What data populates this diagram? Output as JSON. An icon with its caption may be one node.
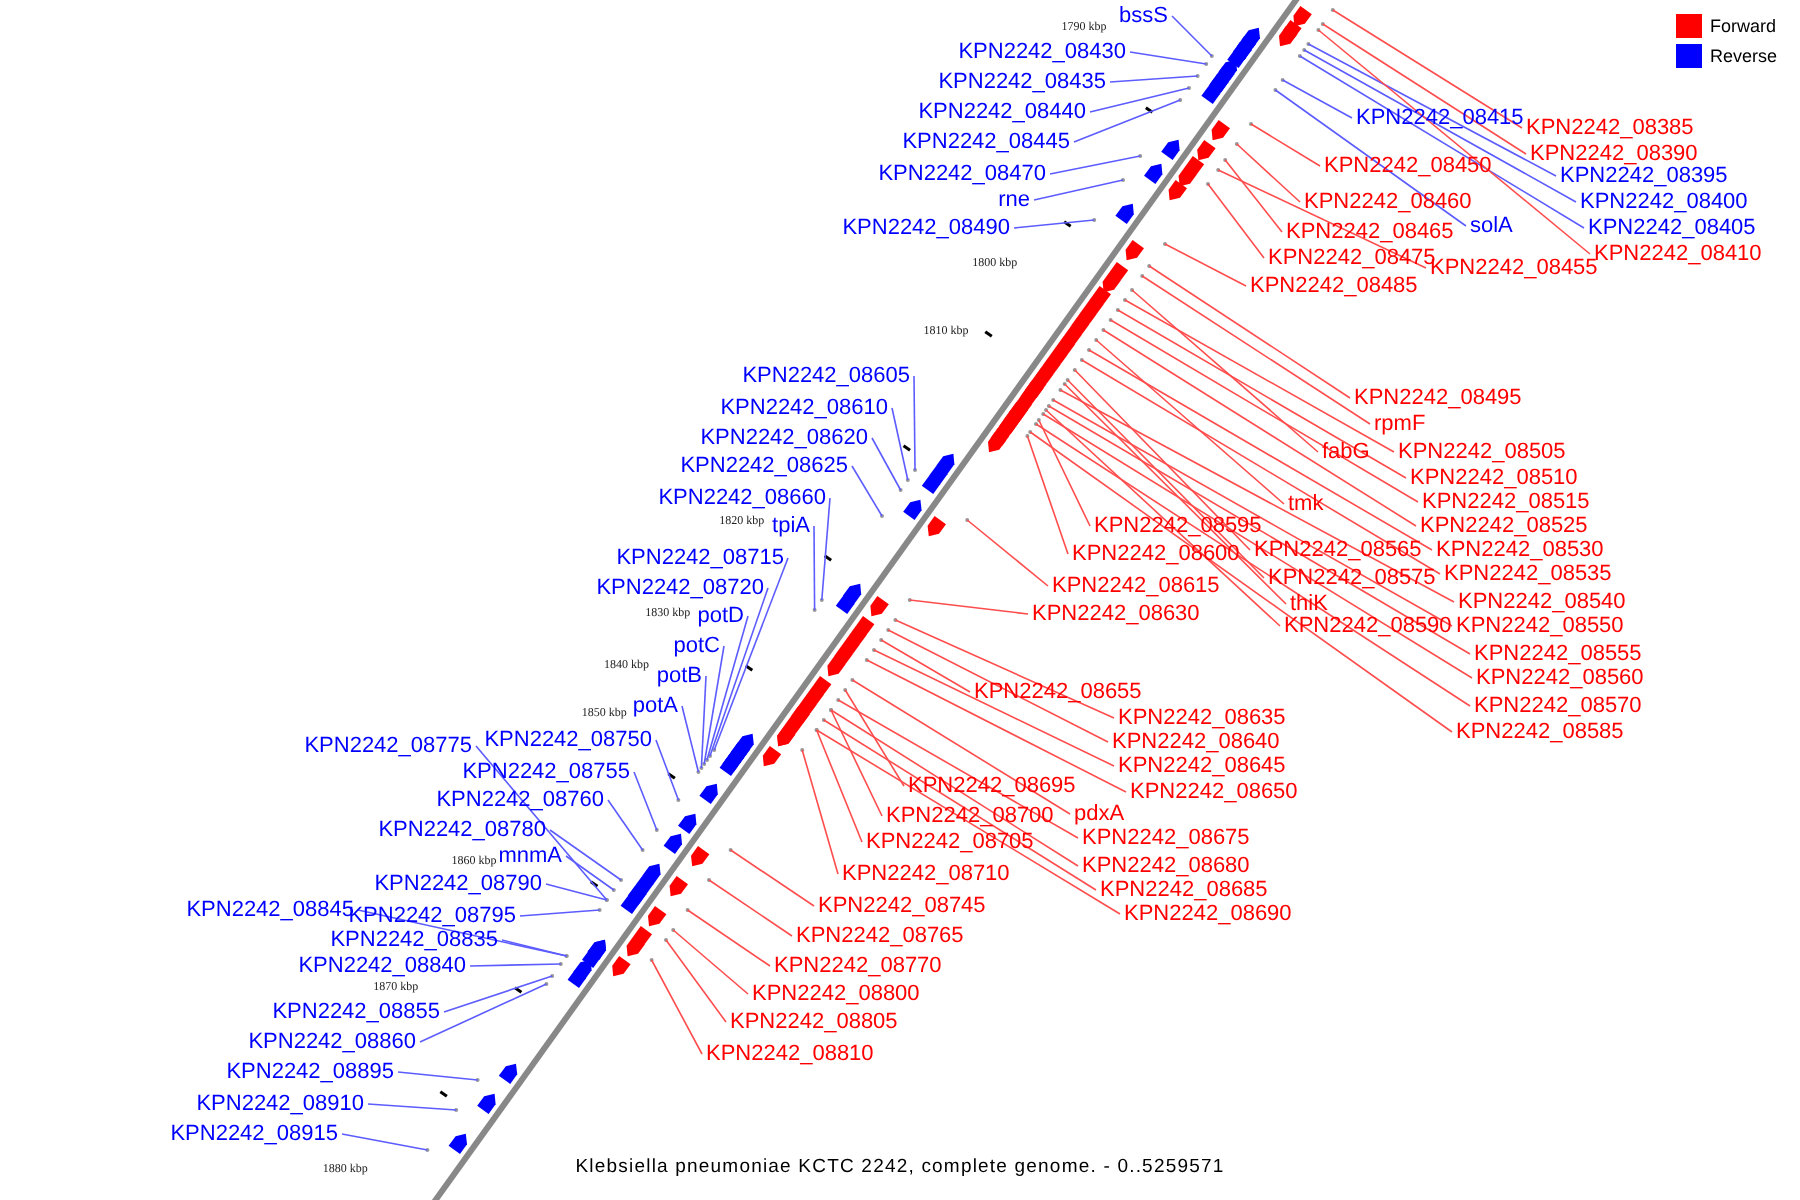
{
  "diagram": {
    "caption": "Klebsiella pneumoniae KCTC 2242, complete genome. - 0..5259571",
    "nodes": [
      {
        "text": [
          "bssS"
        ]
      },
      {
        "text": [
          "KPN2242_08430"
        ]
      },
      {
        "text": [
          "KPN2242_08435"
        ]
      },
      {
        "text": [
          "KPN2242_08440"
        ]
      },
      {
        "text": [
          "KPN2242_08415"
        ]
      },
      {
        "text": [
          "KPN2242_08385"
        ]
      },
      {
        "text": [
          "KPN2242_08445"
        ]
      },
      {
        "text": [
          "KPN2242_08390"
        ]
      },
      {
        "text": [
          "KPN2242_08450"
        ]
      },
      {
        "text": [
          "KPN2242_08470"
        ]
      },
      {
        "text": [
          "KPN2242_08395"
        ]
      },
      {
        "text": [
          "rne"
        ]
      },
      {
        "text": [
          "KPN2242_08460"
        ]
      },
      {
        "text": [
          "KPN2242_08400"
        ]
      },
      {
        "text": [
          "KPN2242_08490"
        ]
      },
      {
        "text": [
          "solA"
        ]
      },
      {
        "text": [
          "KPN2242_08405"
        ]
      },
      {
        "text": [
          "KPN2242_08465"
        ]
      },
      {
        "text": [
          "KPN2242_08410"
        ]
      },
      {
        "text": [
          "KPN2242_08475"
        ]
      },
      {
        "text": [
          "KPN2242_08455"
        ]
      },
      {
        "text": [
          "KPN2242_08485"
        ]
      },
      {
        "text": [
          "KPN2242_08605"
        ]
      },
      {
        "text": [
          "KPN2242_08495"
        ]
      },
      {
        "text": [
          "KPN2242_08610"
        ]
      },
      {
        "text": [
          "rpmF"
        ]
      },
      {
        "text": [
          "KPN2242_08620"
        ]
      },
      {
        "text": [
          "fabG"
        ]
      },
      {
        "text": [
          "KPN2242_08505"
        ]
      },
      {
        "text": [
          "KPN2242_08625"
        ]
      },
      {
        "text": [
          "KPN2242_08510"
        ]
      },
      {
        "text": [
          "KPN2242_08660"
        ]
      },
      {
        "text": [
          "KPN2242_08515"
        ]
      },
      {
        "text": [
          "tmk"
        ]
      },
      {
        "text": [
          "tpiA"
        ]
      },
      {
        "text": [
          "KPN2242_08595"
        ]
      },
      {
        "text": [
          "KPN2242_08525"
        ]
      },
      {
        "text": [
          "KPN2242_08565"
        ]
      },
      {
        "text": [
          "KPN2242_08530"
        ]
      },
      {
        "text": [
          "KPN2242_08600"
        ]
      },
      {
        "text": [
          "KPN2242_08715"
        ]
      },
      {
        "text": [
          "KPN2242_08535"
        ]
      },
      {
        "text": [
          "KPN2242_08575"
        ]
      },
      {
        "text": [
          "KPN2242_08615"
        ]
      },
      {
        "text": [
          "KPN2242_08720"
        ]
      },
      {
        "text": [
          "KPN2242_08540"
        ]
      },
      {
        "text": [
          "thiK"
        ]
      },
      {
        "text": [
          "KPN2242_08630"
        ]
      },
      {
        "text": [
          "potD"
        ]
      },
      {
        "text": [
          "KPN2242_08550"
        ]
      },
      {
        "text": [
          "KPN2242_08590"
        ]
      },
      {
        "text": [
          "potC"
        ]
      },
      {
        "text": [
          "KPN2242_08555"
        ]
      },
      {
        "text": [
          "potB"
        ]
      },
      {
        "text": [
          "KPN2242_08560"
        ]
      },
      {
        "text": [
          "KPN2242_08655"
        ]
      },
      {
        "text": [
          "potA"
        ]
      },
      {
        "text": [
          "KPN2242_08570"
        ]
      },
      {
        "text": [
          "KPN2242_08635"
        ]
      },
      {
        "text": [
          "KPN2242_08585"
        ]
      },
      {
        "text": [
          "KPN2242_08750"
        ]
      },
      {
        "text": [
          "KPN2242_08640"
        ]
      },
      {
        "text": [
          "KPN2242_08775"
        ]
      },
      {
        "text": [
          "KPN2242_08645"
        ]
      },
      {
        "text": [
          "KPN2242_08755"
        ]
      },
      {
        "text": [
          "KPN2242_08695"
        ]
      },
      {
        "text": [
          "KPN2242_08650"
        ]
      },
      {
        "text": [
          "KPN2242_08760"
        ]
      },
      {
        "text": [
          "pdxA"
        ]
      },
      {
        "text": [
          "KPN2242_08700"
        ]
      },
      {
        "text": [
          "KPN2242_08780"
        ]
      },
      {
        "text": [
          "KPN2242_08675"
        ]
      },
      {
        "text": [
          "KPN2242_08705"
        ]
      },
      {
        "text": [
          "mnmA"
        ]
      },
      {
        "text": [
          "KPN2242_08680"
        ]
      },
      {
        "text": [
          "KPN2242_08710"
        ]
      },
      {
        "text": [
          "KPN2242_08790"
        ]
      },
      {
        "text": [
          "KPN2242_08685"
        ]
      },
      {
        "text": [
          "KPN2242_08745"
        ]
      },
      {
        "text": [
          "KPN2242_08845"
        ]
      },
      {
        "text": [
          "KPN2242_08690"
        ]
      },
      {
        "text": [
          "KPN2242_08795"
        ]
      },
      {
        "text": [
          "KPN2242_08765"
        ]
      },
      {
        "text": [
          "KPN2242_08835"
        ]
      },
      {
        "text": [
          "KPN2242_08770"
        ]
      },
      {
        "text": [
          "KPN2242_08840"
        ]
      },
      {
        "text": [
          "KPN2242_08800"
        ]
      },
      {
        "text": [
          "KPN2242_08855"
        ]
      },
      {
        "text": [
          "KPN2242_08805"
        ]
      },
      {
        "text": [
          "KPN2242_08860"
        ]
      },
      {
        "text": [
          "KPN2242_08810"
        ]
      },
      {
        "text": [
          "KPN2242_08895"
        ]
      },
      {
        "text": [
          "KPN2242_08910"
        ]
      },
      {
        "text": [
          "KPN2242_08915"
        ]
      }
    ],
    "edges": [
      {
        "from": 0,
        "to": null,
        "arrow": "none",
        "color": "#5c5cff"
      },
      {
        "from": 1,
        "to": null,
        "arrow": "none",
        "color": "#5c5cff"
      },
      {
        "from": 2,
        "to": null,
        "arrow": "none",
        "color": "#5c5cff"
      },
      {
        "from": 3,
        "to": null,
        "arrow": "none",
        "color": "#5c5cff"
      },
      {
        "from": 4,
        "to": null,
        "arrow": "none",
        "color": "#5c5cff"
      },
      {
        "from": 5,
        "to": null,
        "arrow": "none"
      },
      {
        "from": 6,
        "to": null,
        "arrow": "none",
        "color": "#5c5cff"
      },
      {
        "from": 7,
        "to": null,
        "arrow": "none"
      },
      {
        "from": 8,
        "to": null,
        "arrow": "none"
      },
      {
        "from": 9,
        "to": null,
        "arrow": "none",
        "color": "#5c5cff"
      },
      {
        "from": 10,
        "to": null,
        "arrow": "none",
        "color": "#5c5cff"
      },
      {
        "from": 11,
        "to": null,
        "arrow": "none",
        "color": "#5c5cff"
      },
      {
        "from": 12,
        "to": null,
        "arrow": "none"
      },
      {
        "from": 13,
        "to": null,
        "arrow": "none",
        "color": "#5c5cff"
      },
      {
        "from": 14,
        "to": null,
        "arrow": "none",
        "color": "#5c5cff"
      },
      {
        "from": 15,
        "to": null,
        "arrow": "none",
        "color": "#5c5cff"
      },
      {
        "from": 16,
        "to": null,
        "arrow": "none",
        "color": "#5c5cff"
      },
      {
        "from": 17,
        "to": null,
        "arrow": "none"
      },
      {
        "from": 18,
        "to": null,
        "arrow": "none"
      },
      {
        "from": 19,
        "to": null,
        "arrow": "none"
      },
      {
        "from": 20,
        "to": null,
        "arrow": "none"
      },
      {
        "from": 21,
        "to": null,
        "arrow": "none"
      },
      {
        "from": 22,
        "to": null,
        "arrow": "none",
        "color": "#5c5cff"
      },
      {
        "from": 23,
        "to": null,
        "arrow": "none"
      },
      {
        "from": 24,
        "to": null,
        "arrow": "none",
        "color": "#5c5cff"
      },
      {
        "from": 25,
        "to": null,
        "arrow": "none"
      },
      {
        "from": 26,
        "to": null,
        "arrow": "none",
        "color": "#5c5cff"
      },
      {
        "from": 27,
        "to": null,
        "arrow": "none"
      },
      {
        "from": 28,
        "to": null,
        "arrow": "none"
      },
      {
        "from": 29,
        "to": null,
        "arrow": "none",
        "color": "#5c5cff"
      },
      {
        "from": 30,
        "to": null,
        "arrow": "none"
      },
      {
        "from": 31,
        "to": null,
        "arrow": "none",
        "color": "#5c5cff"
      },
      {
        "from": 32,
        "to": null,
        "arrow": "none"
      },
      {
        "from": 33,
        "to": null,
        "arrow": "none"
      },
      {
        "from": 34,
        "to": null,
        "arrow": "none",
        "color": "#5c5cff"
      },
      {
        "from": 35,
        "to": null,
        "arrow": "none"
      },
      {
        "from": 36,
        "to": null,
        "arrow": "none"
      },
      {
        "from": 37,
        "to": null,
        "arrow": "none"
      },
      {
        "from": 38,
        "to": null,
        "arrow": "none"
      },
      {
        "from": 39,
        "to": null,
        "arrow": "none"
      },
      {
        "from": 40,
        "to": null,
        "arrow": "none",
        "color": "#5c5cff"
      },
      {
        "from": 41,
        "to": null,
        "arrow": "none"
      },
      {
        "from": 42,
        "to": null,
        "arrow": "none"
      },
      {
        "from": 43,
        "to": null,
        "arrow": "none"
      },
      {
        "from": 44,
        "to": null,
        "arrow": "none",
        "color": "#5c5cff"
      },
      {
        "from": 45,
        "to": null,
        "arrow": "none"
      },
      {
        "from": 46,
        "to": null,
        "arrow": "none"
      },
      {
        "from": 47,
        "to": null,
        "arrow": "none"
      },
      {
        "from": 48,
        "to": null,
        "arrow": "none",
        "color": "#5c5cff"
      },
      {
        "from": 49,
        "to": null,
        "arrow": "none"
      },
      {
        "from": 50,
        "to": null,
        "arrow": "none"
      },
      {
        "from": 51,
        "to": null,
        "arrow": "none",
        "color": "#5c5cff"
      },
      {
        "from": 52,
        "to": null,
        "arrow": "none"
      },
      {
        "from": 53,
        "to": null,
        "arrow": "none",
        "color": "#5c5cff"
      },
      {
        "from": 54,
        "to": null,
        "arrow": "none"
      },
      {
        "from": 55,
        "to": null,
        "arrow": "none"
      },
      {
        "from": 56,
        "to": null,
        "arrow": "none",
        "color": "#5c5cff"
      },
      {
        "from": 57,
        "to": null,
        "arrow": "none"
      },
      {
        "from": 58,
        "to": null,
        "arrow": "none"
      },
      {
        "from": 59,
        "to": null,
        "arrow": "none"
      },
      {
        "from": 60,
        "to": null,
        "arrow": "none",
        "color": "#5c5cff"
      },
      {
        "from": 61,
        "to": null,
        "arrow": "none"
      },
      {
        "from": 62,
        "to": null,
        "arrow": "none",
        "color": "#5c5cff"
      },
      {
        "from": 63,
        "to": null,
        "arrow": "none"
      },
      {
        "from": 64,
        "to": null,
        "arrow": "none",
        "color": "#5c5cff"
      },
      {
        "from": 65,
        "to": null,
        "arrow": "none"
      },
      {
        "from": 66,
        "to": null,
        "arrow": "none"
      },
      {
        "from": 67,
        "to": null,
        "arrow": "none",
        "color": "#5c5cff"
      },
      {
        "from": 68,
        "to": null,
        "arrow": "none"
      },
      {
        "from": 69,
        "to": null,
        "arrow": "none"
      },
      {
        "from": 70,
        "to": null,
        "arrow": "none",
        "color": "#5c5cff"
      },
      {
        "from": 71,
        "to": null,
        "arrow": "none"
      },
      {
        "from": 72,
        "to": null,
        "arrow": "none"
      },
      {
        "from": 73,
        "to": null,
        "arrow": "none",
        "color": "#5c5cff"
      },
      {
        "from": 74,
        "to": null,
        "arrow": "none"
      },
      {
        "from": 75,
        "to": null,
        "arrow": "none"
      },
      {
        "from": 76,
        "to": null,
        "arrow": "none",
        "color": "#5c5cff"
      },
      {
        "from": 77,
        "to": null,
        "arrow": "none"
      },
      {
        "from": 78,
        "to": null,
        "arrow": "none"
      },
      {
        "from": 79,
        "to": null,
        "arrow": "none",
        "color": "#5c5cff"
      },
      {
        "from": 80,
        "to": null,
        "arrow": "none"
      },
      {
        "from": 81,
        "to": null,
        "arrow": "none",
        "color": "#5c5cff"
      },
      {
        "from": 82,
        "to": null,
        "arrow": "none"
      },
      {
        "from": 83,
        "to": null,
        "arrow": "none",
        "color": "#5c5cff"
      },
      {
        "from": 84,
        "to": null,
        "arrow": "none"
      },
      {
        "from": 85,
        "to": null,
        "arrow": "none",
        "color": "#5c5cff"
      },
      {
        "from": 86,
        "to": null,
        "arrow": "none"
      },
      {
        "from": 87,
        "to": null,
        "arrow": "none",
        "color": "#5c5cff"
      },
      {
        "from": 88,
        "to": null,
        "arrow": "none"
      },
      {
        "from": 89,
        "to": null,
        "arrow": "none",
        "color": "#5c5cff"
      },
      {
        "from": 90,
        "to": null,
        "arrow": "none"
      },
      {
        "from": 91,
        "to": null,
        "arrow": "none",
        "color": "#5c5cff"
      },
      {
        "from": 92,
        "to": null,
        "arrow": "none",
        "color": "#5c5cff"
      },
      {
        "from": 93,
        "to": null,
        "arrow": "none",
        "color": "#5c5cff"
      }
    ],
    "labels": [
      "1790 kbp",
      "1800 kbp",
      "1810 kbp",
      "1820 kbp",
      "1830 kbp",
      "1840 kbp",
      "1850 kbp",
      "1860 kbp",
      "1870 kbp",
      "1880 kbp"
    ],
    "legend": [
      {
        "text": "Forward",
        "color": "#ff0000"
      },
      {
        "text": "Reverse",
        "color": "#0000ff"
      }
    ]
  }
}
